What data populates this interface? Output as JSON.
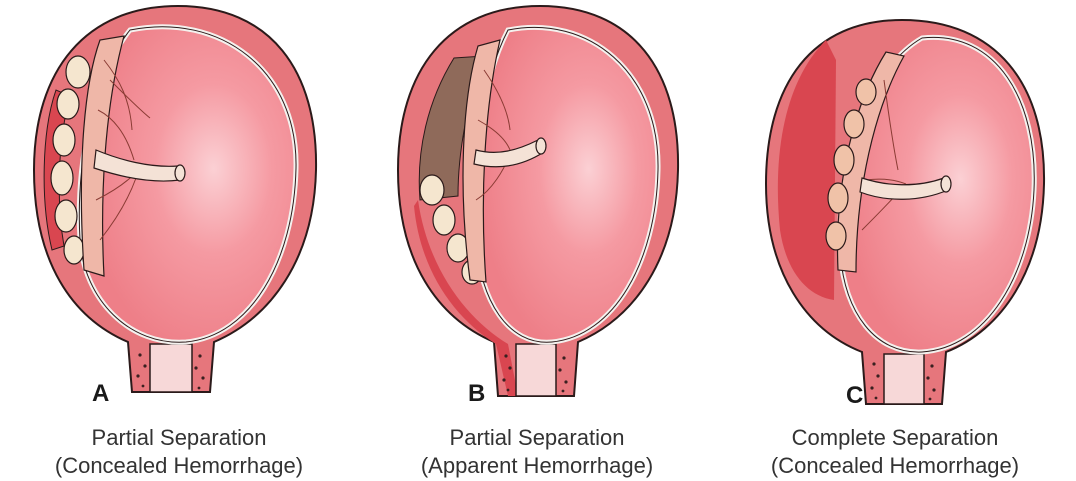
{
  "colors": {
    "uterine_wall": "#e6767c",
    "wall_outline": "#2b1a1a",
    "amniotic_sac": "#f28a92",
    "sac_highlight": "#fbd2d6",
    "membrane": "#f4f1ee",
    "placenta": "#efb7a8",
    "placenta_veins": "#8a3b34",
    "hemorrhage_dark": "#8f6a5a",
    "hemorrhage_red": "#d94650",
    "cotyledon": "#f5e6cf",
    "cervix": "#e46f76"
  },
  "panels": [
    {
      "letter": "A",
      "caption_line1": "Partial Separation",
      "caption_line2": "(Concealed Hemorrhage)"
    },
    {
      "letter": "B",
      "caption_line1": "Partial Separation",
      "caption_line2": "(Apparent Hemorrhage)"
    },
    {
      "letter": "C",
      "caption_line1": "Complete Separation",
      "caption_line2": "(Concealed Hemorrhage)"
    }
  ]
}
